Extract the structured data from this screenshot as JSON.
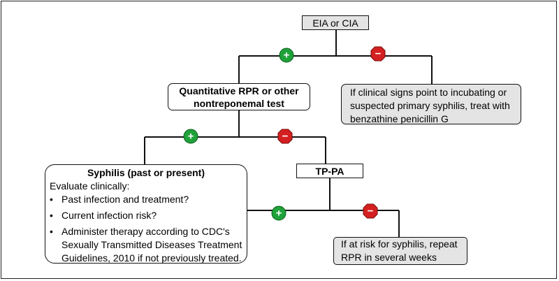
{
  "nodes": {
    "eia": {
      "label": "EIA or CIA"
    },
    "rpr": {
      "line1": "Quantitative RPR or other",
      "line2": "nontreponemal test"
    },
    "incubating": {
      "line1": "If clinical signs point to incubating or",
      "line2": "suspected primary syphilis, treat with",
      "line3": "benzathine penicillin G"
    },
    "tppa": {
      "label": "TP-PA"
    },
    "syphilis": {
      "title": "Syphilis (past or present)",
      "intro": "Evaluate clinically:",
      "bullets": [
        {
          "line1": "Past infection and treatment?"
        },
        {
          "line1": "Current infection risk?"
        },
        {
          "line1": "Administer therapy according to CDC's",
          "line2": "Sexually Transmitted Diseases Treatment",
          "line3": "Guidelines, 2010 if not previously treated."
        }
      ]
    },
    "repeat": {
      "line1": "If at risk for syphilis, repeat",
      "line2": "RPR in several weeks"
    }
  },
  "badges": {
    "plus": "+",
    "minus": "−"
  },
  "bullet_glyph": "•",
  "colors": {
    "positive": "#1fa23a",
    "negative": "#d42020",
    "box_fill": "#e4e4e4",
    "line": "#111111"
  }
}
